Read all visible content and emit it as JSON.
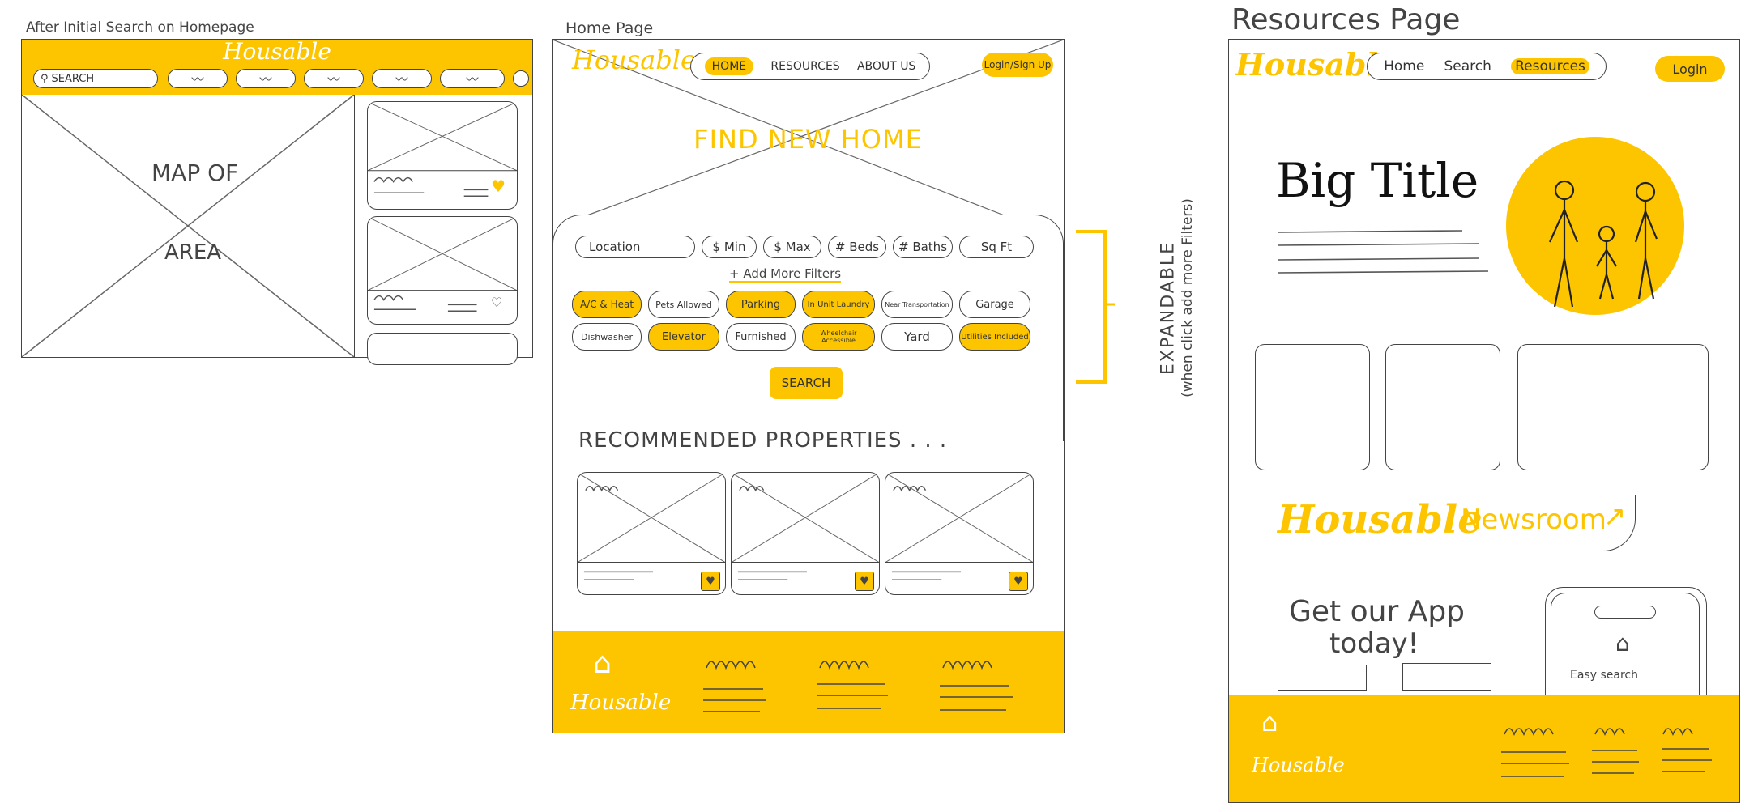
{
  "captions": {
    "search": "After Initial Search on Homepage",
    "home": "Home Page",
    "resources": "Resources Page"
  },
  "search_page": {
    "logo": "Housable",
    "search_placeholder": "SEARCH",
    "map_label_1": "MAP OF",
    "map_label_2": "AREA"
  },
  "home_page": {
    "logo": "Housable",
    "nav": [
      "HOME",
      "RESOURCES",
      "ABOUT US"
    ],
    "login": "Login/Sign Up",
    "hero": "FIND NEW HOME",
    "filters_row": [
      "Location",
      "$ Min",
      "$ Max",
      "# Beds",
      "# Baths",
      "Sq Ft"
    ],
    "add_filters": "+ Add More Filters",
    "chips_row1": [
      "A/C & Heat",
      "Pets Allowed",
      "Parking",
      "In Unit Laundry",
      "Near Transportation",
      "Garage"
    ],
    "chips_row2": [
      "Dishwasher",
      "Elevator",
      "Furnished",
      "Wheelchair Accessible",
      "Yard",
      "Utilities Included"
    ],
    "search_button": "SEARCH",
    "recommended": "RECOMMENDED PROPERTIES . . .",
    "footer_logo": "Housable"
  },
  "side_note": {
    "title": "EXPANDABLE",
    "sub": "(when click add more Filters)"
  },
  "resources_page": {
    "logo": "Housable",
    "nav": [
      "Home",
      "Search",
      "Resources"
    ],
    "login": "Login",
    "big_title": "Big Title",
    "newsroom_logo": "Housable",
    "newsroom": "Newsroom",
    "app_text_1": "Get our App",
    "app_text_2": "today!",
    "phone_text": "Easy search",
    "footer_logo": "Housable"
  },
  "colors": {
    "accent": "#FDC500",
    "ink": "#444444"
  }
}
